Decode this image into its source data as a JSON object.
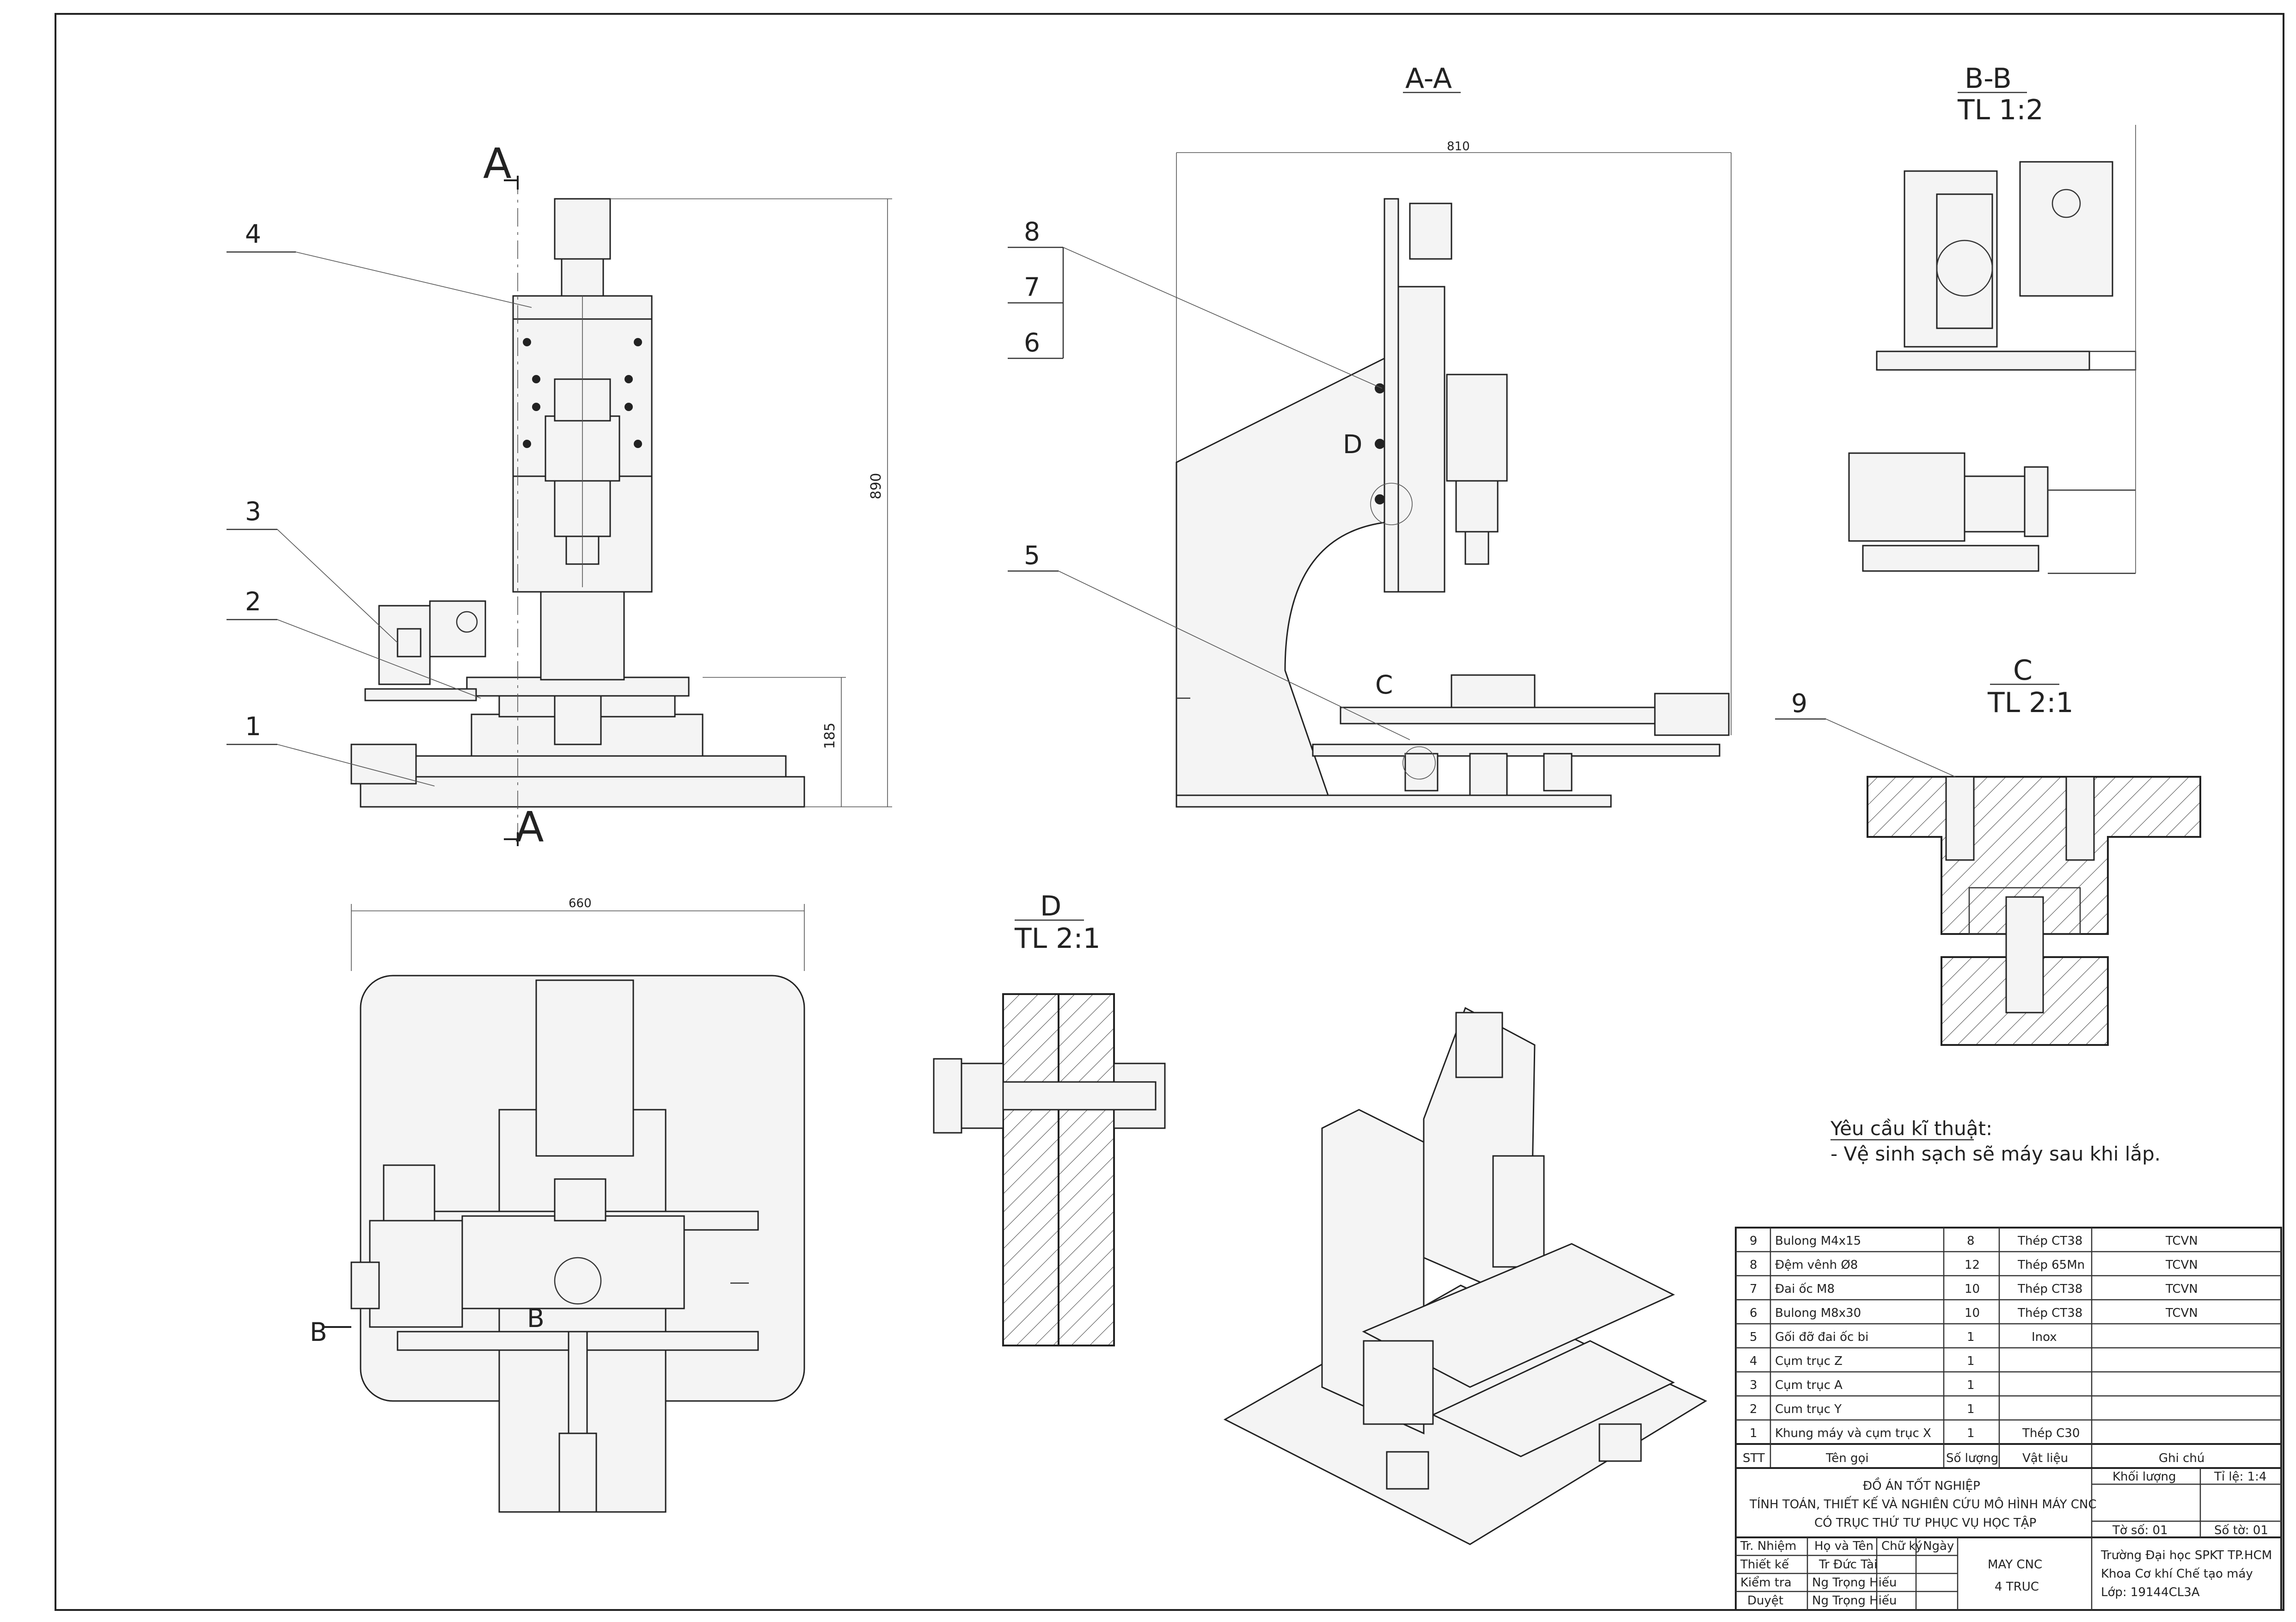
{
  "views": {
    "section_aa": "A-A",
    "section_bb": "B-B",
    "section_bb_scale": "TL 1:2",
    "detail_c": "C",
    "detail_c_scale": "TL 2:1",
    "detail_d": "D",
    "detail_d_scale": "TL 2:1",
    "cut_mark_a": "A",
    "cut_mark_b": "B",
    "detail_mark_c": "C",
    "detail_mark_d": "D"
  },
  "dimensions": {
    "front_height": "890",
    "front_base_height": "185",
    "section_width": "810",
    "top_width": "660"
  },
  "balloons": [
    "1",
    "2",
    "3",
    "4",
    "5",
    "6",
    "7",
    "8",
    "9"
  ],
  "notes": {
    "title": "Yêu cầu kĩ thuật:",
    "line1": "- Vệ sinh sạch sẽ máy sau khi lắp."
  },
  "bom": {
    "headers": [
      "STT",
      "Tên gọi",
      "Số lượng",
      "Vật liệu",
      "Ghi chú"
    ],
    "rows": [
      {
        "stt": "9",
        "name": "Bulong M4x15",
        "qty": "8",
        "material": "Thép CT38",
        "note": "TCVN"
      },
      {
        "stt": "8",
        "name": "Đệm vênh Ø8",
        "qty": "12",
        "material": "Thép 65Mn",
        "note": "TCVN"
      },
      {
        "stt": "7",
        "name": "Đai ốc M8",
        "qty": "10",
        "material": "Thép CT38",
        "note": "TCVN"
      },
      {
        "stt": "6",
        "name": "Bulong M8x30",
        "qty": "10",
        "material": "Thép CT38",
        "note": "TCVN"
      },
      {
        "stt": "5",
        "name": "Gối đỡ đai ốc bi",
        "qty": "1",
        "material": "Inox",
        "note": ""
      },
      {
        "stt": "4",
        "name": "Cụm trục Z",
        "qty": "1",
        "material": "",
        "note": ""
      },
      {
        "stt": "3",
        "name": "Cụm trục A",
        "qty": "1",
        "material": "",
        "note": ""
      },
      {
        "stt": "2",
        "name": "Cum trục Y",
        "qty": "1",
        "material": "",
        "note": ""
      },
      {
        "stt": "1",
        "name": "Khung máy và cụm trục X",
        "qty": "1",
        "material": "Thép C30",
        "note": ""
      }
    ]
  },
  "title_block": {
    "project_line1": "ĐỒ ÁN TỐT NGHIỆP",
    "project_line2": "TÍNH TOÁN, THIẾT KẾ VÀ NGHIÊN CỨU MÔ HÌNH MÁY CNC",
    "project_line3": "CÓ TRỤC THỨ TƯ PHỤC VỤ HỌC TẬP",
    "mass_label": "Khối lượng",
    "scale_label": "Tỉ lệ: 1:4",
    "sheet_label": "Tờ số: 01",
    "sheets_label": "Số tờ: 01",
    "drawing_name_1": "MAY CNC",
    "drawing_name_2": "4 TRUC",
    "school_1": "Trường Đại học SPKT TP.HCM",
    "school_2": "Khoa Cơ khí Chế tạo máy",
    "school_3": "Lớp: 19144CL3A",
    "sig_headers": [
      "Tr. Nhiệm",
      "Họ và Tên",
      "Chữ ký",
      "Ngày"
    ],
    "sig_rows": [
      {
        "role": "Thiết kế",
        "name": "Tr Đức Tài"
      },
      {
        "role": "Kiểm tra",
        "name": "Ng Trọng Hiếu"
      },
      {
        "role": "Duyệt",
        "name": "Ng Trọng Hiếu"
      }
    ]
  }
}
